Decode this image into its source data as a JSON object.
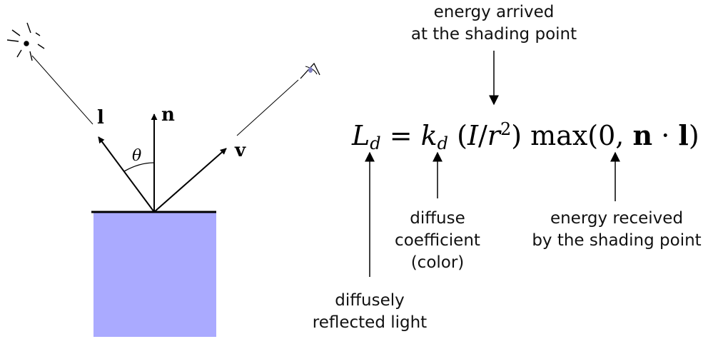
{
  "colors": {
    "surface_fill": "#aaaaff",
    "stroke": "#000000",
    "eye_pupil": "#8080c0"
  },
  "vectors": {
    "light": "l",
    "normal": "n",
    "view": "v",
    "angle": "θ"
  },
  "equation": {
    "lhs_symbol": "L",
    "lhs_subscript": "d",
    "equals": "=",
    "coef_symbol": "k",
    "coef_subscript": "d",
    "intensity_open": "(",
    "intensity_symbol": "I",
    "intensity_divider": "/",
    "radius_symbol": "r",
    "radius_power": "2",
    "intensity_close": ")",
    "max_text": "max(0,",
    "normal_symbol": "n",
    "dot": "·",
    "light_symbol": "l",
    "max_close": ")"
  },
  "annotations": {
    "energy_arrived_line1": "energy arrived",
    "energy_arrived_line2": "at the shading point",
    "energy_received_line1": "energy received",
    "energy_received_line2": "by the shading point",
    "diffuse_coef_line1": "diffuse",
    "diffuse_coef_line2": "coefficient",
    "diffuse_coef_line3": "(color)",
    "diffusely_line1": "diffusely",
    "diffusely_line2": "reflected light"
  }
}
